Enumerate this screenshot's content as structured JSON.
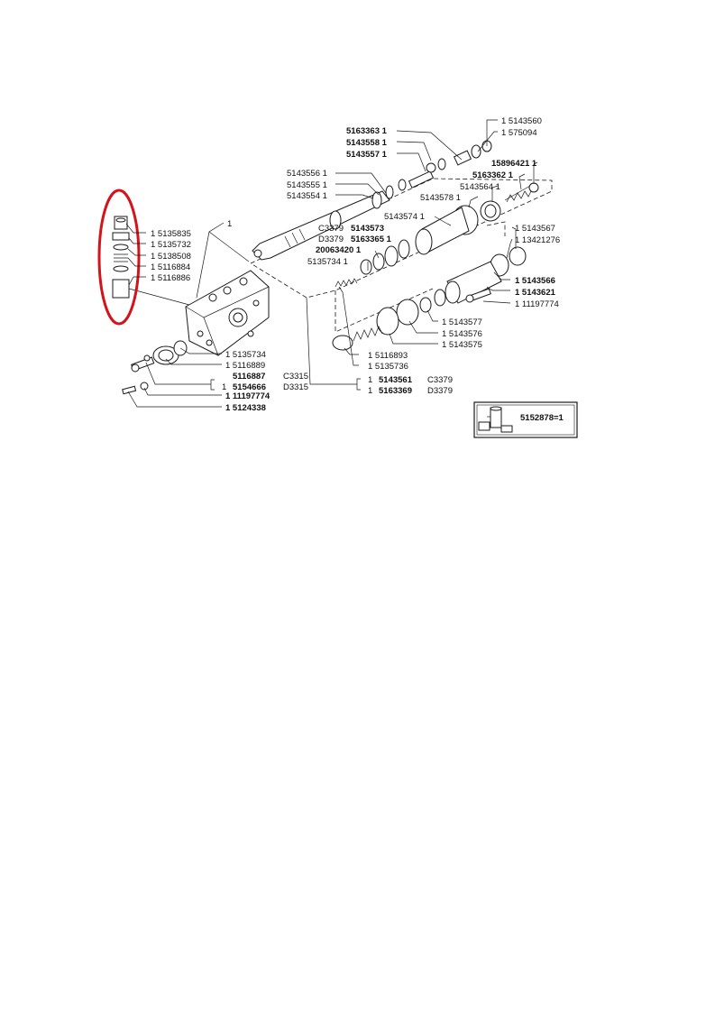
{
  "labels": {
    "l5163363": "5163363 1",
    "l5143558": "5143558 1",
    "l5143557": "5143557 1",
    "l5143560": "1 5143560",
    "l575094": "1 575094",
    "l15896421": "15896421 1",
    "l5163362": "5163362 1",
    "l5143564": "5143564 1",
    "l5143578": "5143578 1",
    "l5143556": "5143556 1",
    "l5143555": "5143555 1",
    "l5143554": "5143554 1",
    "l5143574": "5143574 1",
    "l5143567": "1 5143567",
    "l13421276": "1 13421276",
    "lvariant_c": "C3379",
    "l5143573": "5143573",
    "lvariant_d": "D3379",
    "l5163365": "5163365 1",
    "l20063420": "20063420 1",
    "l5135734a": "5135734 1",
    "l5143566": "1 5143566",
    "l5143621": "1 5143621",
    "l11197774a": "1 11197774",
    "l5143577": "1 5143577",
    "l5143576": "1 5143576",
    "l5143575": "1 5143575",
    "l5116893": "1 5116893",
    "l5135736": "1 5135736",
    "l5143561": "1",
    "l5143561b": "5143561",
    "l5143561c": "C3379",
    "l5163369": "1",
    "l5163369b": "5163369",
    "l5163369c": "D3379",
    "l5135835": "1 5135835",
    "l5135732": "1 5135732",
    "l5138508": "1 5138508",
    "l5116884": "1 5116884",
    "l5116886": "1 5116886",
    "lhousing": "1",
    "l5135734b": "1 5135734",
    "l5116889": "1 5116889",
    "l5116887": "5116887",
    "l5116887c": "C3315",
    "l5154666": "1",
    "l5154666b": "5154666",
    "l5154666c": "D3315",
    "l11197774b": "1 11197774",
    "l5124338": "1 5124338",
    "kit": "5152878=1"
  },
  "highlight_color": "#d3141b"
}
